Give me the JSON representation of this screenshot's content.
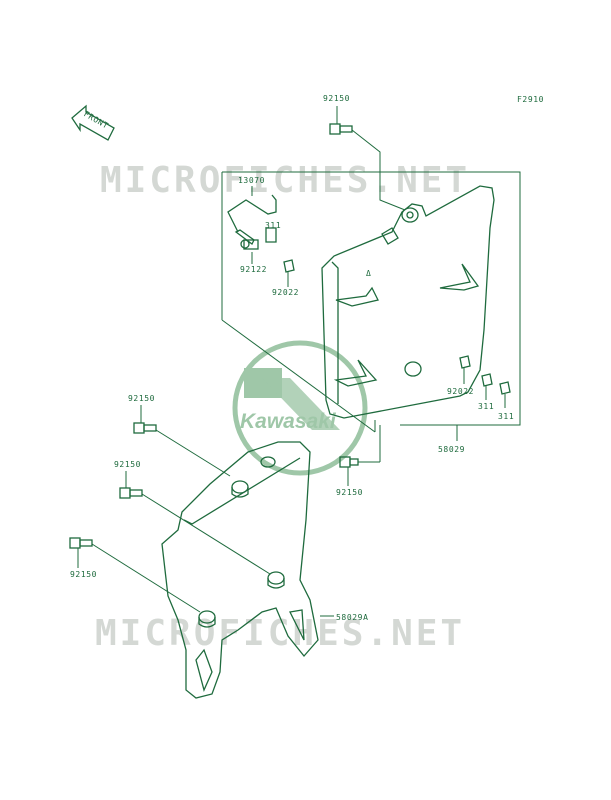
{
  "figure_code": "F2910",
  "front_label": "FRONT",
  "watermark_text": "MICROFICHES.NET",
  "logo_text": "Kawasaki",
  "parts": [
    {
      "id": "bolt_top",
      "number": "92150"
    },
    {
      "id": "pin",
      "number": "13070"
    },
    {
      "id": "pin_washer",
      "number": "311"
    },
    {
      "id": "grommet_pin",
      "number": "92122"
    },
    {
      "id": "grommet_upper",
      "number": "92022"
    },
    {
      "id": "grommet_lower_r",
      "number": "92022"
    },
    {
      "id": "washer_a",
      "number": "311"
    },
    {
      "id": "washer_b",
      "number": "311"
    },
    {
      "id": "side_cover_r",
      "number": "58029"
    },
    {
      "id": "bolt_left1",
      "number": "92150"
    },
    {
      "id": "bolt_left2",
      "number": "92150"
    },
    {
      "id": "bolt_left3",
      "number": "92150"
    },
    {
      "id": "bolt_mid",
      "number": "92150"
    },
    {
      "id": "side_cover_l",
      "number": "58029A"
    }
  ],
  "colors": {
    "ink": "#1f6b3e",
    "watermark": "#d4d8d4",
    "logo": "#9fc7a8"
  }
}
